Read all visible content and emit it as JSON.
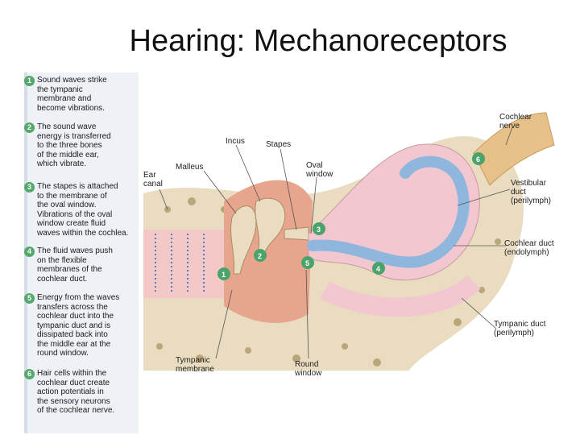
{
  "title": "Hearing: Mechanoreceptors",
  "steps": [
    {
      "num": "1",
      "text": "Sound waves strike\nthe tympanic\nmembrane and\nbecome vibrations."
    },
    {
      "num": "2",
      "text": "The sound wave\nenergy is transferred\nto the three bones\nof the middle ear,\nwhich vibrate."
    },
    {
      "num": "3",
      "text": "The stapes is attached\nto the membrane of\nthe oval window.\nVibrations of the oval\nwindow create fluid\nwaves within the cochlea."
    },
    {
      "num": "4",
      "text": "The fluid waves push\non the flexible\nmembranes of the\ncochlear duct."
    },
    {
      "num": "5",
      "text": "Energy from the waves\ntransfers across the\ncochlear duct into the\ntympanic duct and is\ndissipated back into\nthe middle ear at the\nround window."
    },
    {
      "num": "6",
      "text": "Hair cells within the\ncochlear duct create\naction potentials in\nthe sensory neurons\nof the cochlear nerve."
    }
  ],
  "labels": {
    "ear_canal": "Ear\ncanal",
    "malleus": "Malleus",
    "incus": "Incus",
    "stapes": "Stapes",
    "oval_window": "Oval\nwindow",
    "cochlear_nerve": "Cochlear\nnerve",
    "vestibular_duct": "Vestibular\nduct\n(perilymph)",
    "cochlear_duct": "Cochlear duct\n(endolymph)",
    "tympanic_duct": "Tympanic duct\n(perilymph)",
    "tympanic_membrane": "Tympanic\nmembrane",
    "round_window": "Round\nwindow"
  },
  "markers": [
    "1",
    "2",
    "3",
    "4",
    "5",
    "6"
  ],
  "colors": {
    "step_marker": "#55a86b",
    "bone": "#e9dcc0",
    "middle_ear": "#e8a58d",
    "vestibular": "#f2c7cf",
    "cochlear_duct": "#8fb6dd",
    "nerve": "#e7c08a"
  }
}
